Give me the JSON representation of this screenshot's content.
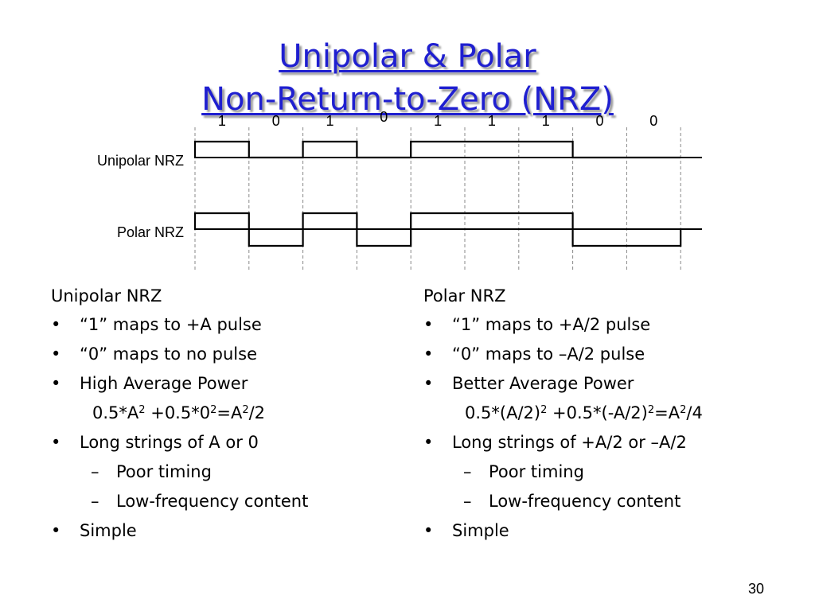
{
  "title": {
    "line1": "Unipolar & Polar",
    "line2": "Non-Return-to-Zero (NRZ)",
    "color": "#1f1fd0"
  },
  "diagram": {
    "bits": [
      "1",
      "0",
      "1",
      "0",
      "1",
      "1",
      "1",
      "0",
      "0"
    ],
    "unipolar_label": "Unipolar NRZ",
    "polar_label": "Polar NRZ"
  },
  "left": {
    "heading": "Unipolar NRZ",
    "bullet_1": "“1” maps to +A pulse",
    "bullet_2": "“0” maps to no pulse",
    "bullet_3": "High Average Power",
    "formula_parts": [
      "0.5*A",
      "2",
      " +0.5*0",
      "2",
      "=A",
      "2",
      "/2"
    ],
    "bullet_4": "Long strings of A or 0",
    "sub_1": "Poor timing",
    "sub_2": "Low-frequency content",
    "bullet_5": "Simple"
  },
  "right": {
    "heading": "Polar NRZ",
    "bullet_1": "“1” maps to +A/2 pulse",
    "bullet_2": "“0” maps to –A/2 pulse",
    "bullet_3": "Better Average Power",
    "formula_parts": [
      "0.5*(A/2)",
      "2",
      " +0.5*(-A/2)",
      "2",
      "=A",
      "2",
      "/4"
    ],
    "bullet_4": "Long strings of +A/2 or –A/2",
    "sub_1": "Poor timing",
    "sub_2": "Low-frequency content",
    "bullet_5": "Simple"
  },
  "bullet_char": "•",
  "dash_char": "–",
  "page_number": "30"
}
